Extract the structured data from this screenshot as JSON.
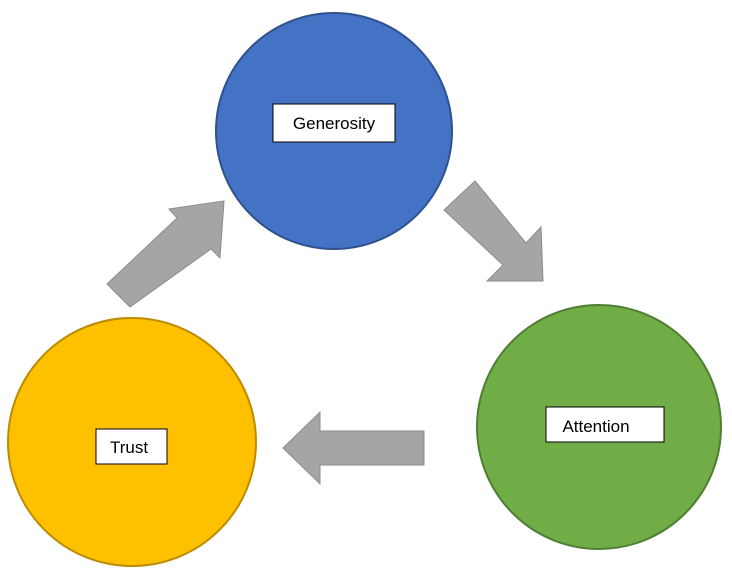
{
  "diagram": {
    "nodes": [
      {
        "id": "generosity",
        "label": "Generosity",
        "fill": "#4472C4",
        "stroke": "#2F528F"
      },
      {
        "id": "attention",
        "label": "Attention",
        "fill": "#70AD47",
        "stroke": "#507E32"
      },
      {
        "id": "trust",
        "label": "Trust",
        "fill": "#FFC000",
        "stroke": "#BC8C00"
      }
    ],
    "edges": [
      {
        "from": "generosity",
        "to": "attention"
      },
      {
        "from": "attention",
        "to": "trust"
      },
      {
        "from": "trust",
        "to": "generosity"
      }
    ],
    "arrow_color": "#A5A5A5",
    "arrow_stroke": "#8C8C8C",
    "label_box_fill": "#FFFFFF",
    "label_box_stroke": "#000000"
  }
}
